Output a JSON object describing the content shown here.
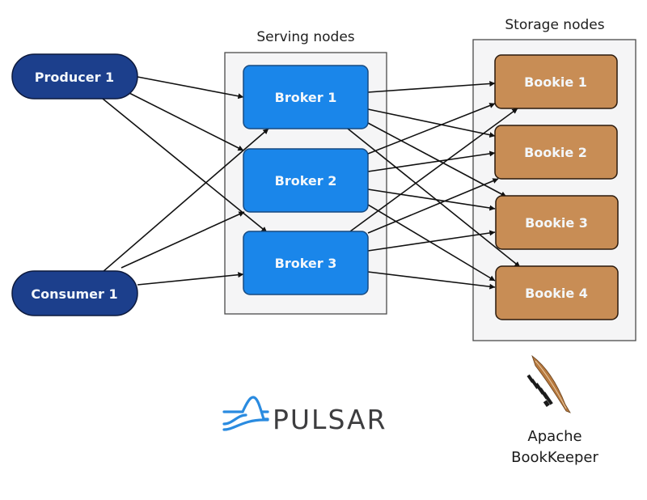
{
  "groups": {
    "serving": {
      "label": "Serving nodes"
    },
    "storage": {
      "label": "Storage nodes"
    }
  },
  "clients": [
    {
      "id": "producer1",
      "label": "Producer 1",
      "role": "producer"
    },
    {
      "id": "consumer1",
      "label": "Consumer 1",
      "role": "consumer"
    }
  ],
  "brokers": [
    {
      "id": "broker1",
      "label": "Broker 1"
    },
    {
      "id": "broker2",
      "label": "Broker 2"
    },
    {
      "id": "broker3",
      "label": "Broker 3"
    }
  ],
  "bookies": [
    {
      "id": "bookie1",
      "label": "Bookie 1"
    },
    {
      "id": "bookie2",
      "label": "Bookie 2"
    },
    {
      "id": "bookie3",
      "label": "Bookie 3"
    },
    {
      "id": "bookie4",
      "label": "Bookie 4"
    }
  ],
  "edges": [
    {
      "from": "producer1",
      "to": "broker1"
    },
    {
      "from": "producer1",
      "to": "broker2"
    },
    {
      "from": "producer1",
      "to": "broker3"
    },
    {
      "from": "consumer1",
      "to": "broker1"
    },
    {
      "from": "consumer1",
      "to": "broker2"
    },
    {
      "from": "consumer1",
      "to": "broker3"
    },
    {
      "from": "broker1",
      "to": "bookie1"
    },
    {
      "from": "broker1",
      "to": "bookie2"
    },
    {
      "from": "broker1",
      "to": "bookie3"
    },
    {
      "from": "broker1",
      "to": "bookie4"
    },
    {
      "from": "broker2",
      "to": "bookie1"
    },
    {
      "from": "broker2",
      "to": "bookie2"
    },
    {
      "from": "broker2",
      "to": "bookie3"
    },
    {
      "from": "broker2",
      "to": "bookie4"
    },
    {
      "from": "broker3",
      "to": "bookie1"
    },
    {
      "from": "broker3",
      "to": "bookie2"
    },
    {
      "from": "broker3",
      "to": "bookie3"
    },
    {
      "from": "broker3",
      "to": "bookie4"
    }
  ],
  "logos": {
    "pulsar": {
      "text": "PULSAR",
      "icon": "pulsar-wave-icon"
    },
    "bookkeeper": {
      "line1": "Apache",
      "line2": "BookKeeper",
      "icon": "feather-quill-icon"
    }
  },
  "colors": {
    "client_fill": "#1c3f8c",
    "broker_fill": "#1a86ea",
    "bookie_fill": "#c88d55",
    "group_fill": "#f5f5f6",
    "group_stroke": "#4a4a4a",
    "edge": "#111111",
    "pulsar_blue": "#2a8be0"
  }
}
